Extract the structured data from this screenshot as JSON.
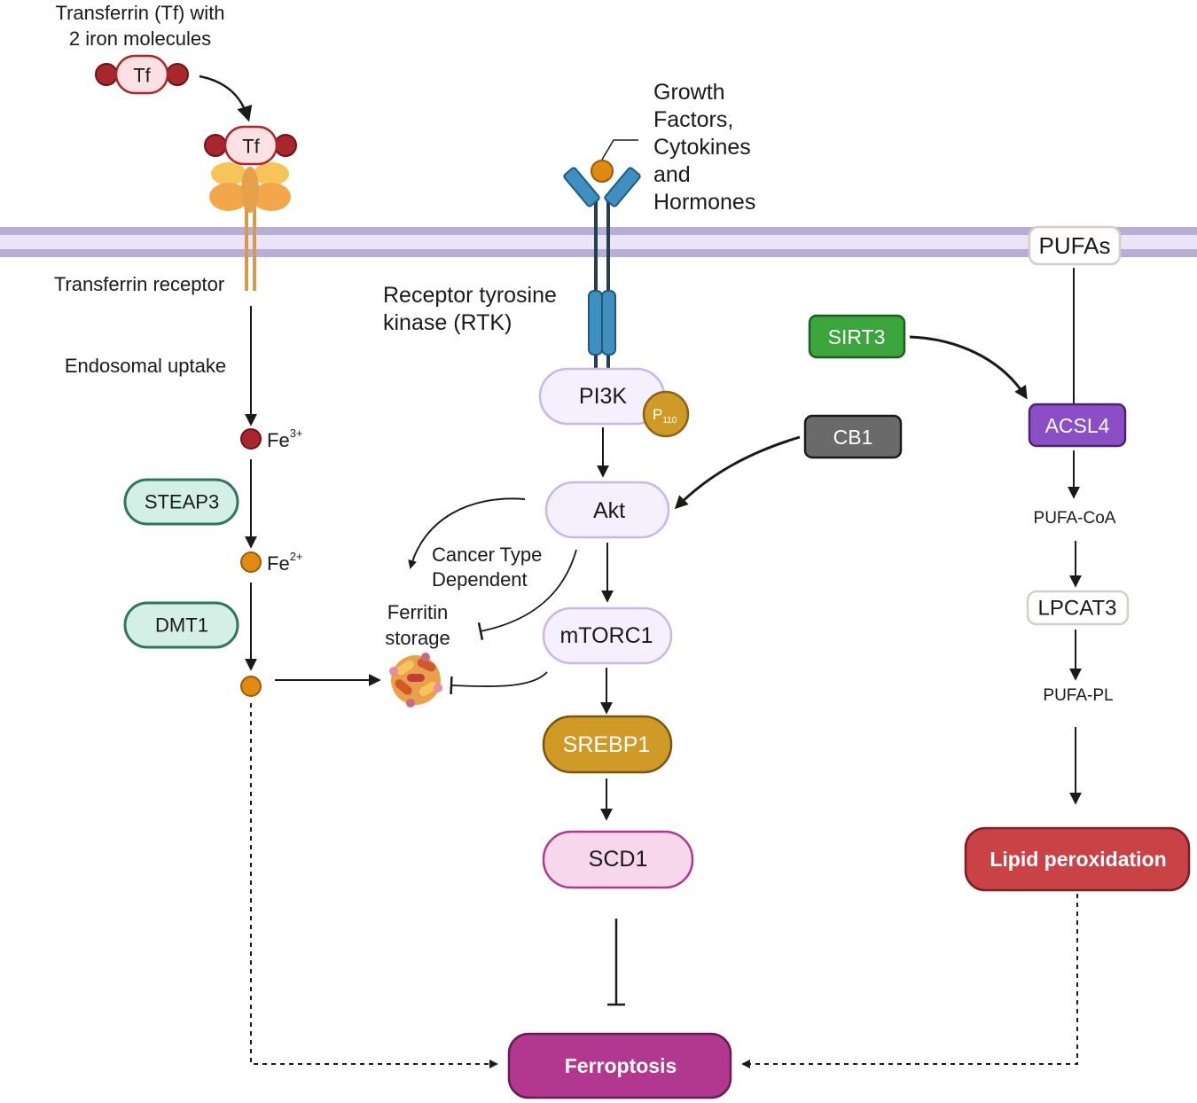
{
  "transferrin": {
    "label_line1": "Transferrin (Tf) with",
    "label_line2": "2 iron molecules",
    "tf_label": "Tf",
    "receptor_label": "Transferrin receptor",
    "uptake_label": "Endosomal uptake"
  },
  "iron": {
    "fe3_symbol": "Fe",
    "fe3_charge": "3+",
    "fe2_symbol": "Fe",
    "fe2_charge": "2+",
    "steap3": "STEAP3",
    "dmt1": "DMT1",
    "ferritin_line1": "Ferritin",
    "ferritin_line2": "storage"
  },
  "rtk": {
    "ligand_line1": "Growth",
    "ligand_line2": "Factors,",
    "ligand_line3": "Cytokines",
    "ligand_line4": "and",
    "ligand_line5": "Hormones",
    "receptor_line1": "Receptor tyrosine",
    "receptor_line2": "kinase (RTK)"
  },
  "pathway": {
    "pi3k": "PI3K",
    "p110_main": "P",
    "p110_sub": "110",
    "akt": "Akt",
    "mtorc1": "mTORC1",
    "srebp1": "SREBP1",
    "scd1": "SCD1",
    "cancer_line1": "Cancer Type",
    "cancer_line2": "Dependent",
    "cb1": "CB1"
  },
  "lipid": {
    "pufas": "PUFAs",
    "sirt3": "SIRT3",
    "acsl4": "ACSL4",
    "pufa_coa": "PUFA-CoA",
    "lpcat3": "LPCAT3",
    "pufa_pl": "PUFA-PL",
    "lipid_perox": "Lipid peroxidation"
  },
  "outcome": {
    "ferroptosis": "Ferroptosis"
  },
  "colors": {
    "membrane": "#b7add6",
    "membrane_fill": "#e9e4f7",
    "receptor_blue": "#3f8fc0",
    "iron_red": "#a8262c",
    "iron_orange": "#e08a12",
    "teal_fill": "#d4efe6",
    "teal_stroke": "#2f7560",
    "lavender_fill": "#f5f0fd",
    "lavender_stroke": "#c9b6ea",
    "srebp_fill": "#cf9a26",
    "scd_fill": "#f7d7eb",
    "sirt3_fill": "#3da53d",
    "acsl4_fill": "#8b4fc5",
    "cb1_fill": "#6a6a6a",
    "lipid_fill": "#c94246",
    "ferroptosis_fill": "#b1378f"
  }
}
